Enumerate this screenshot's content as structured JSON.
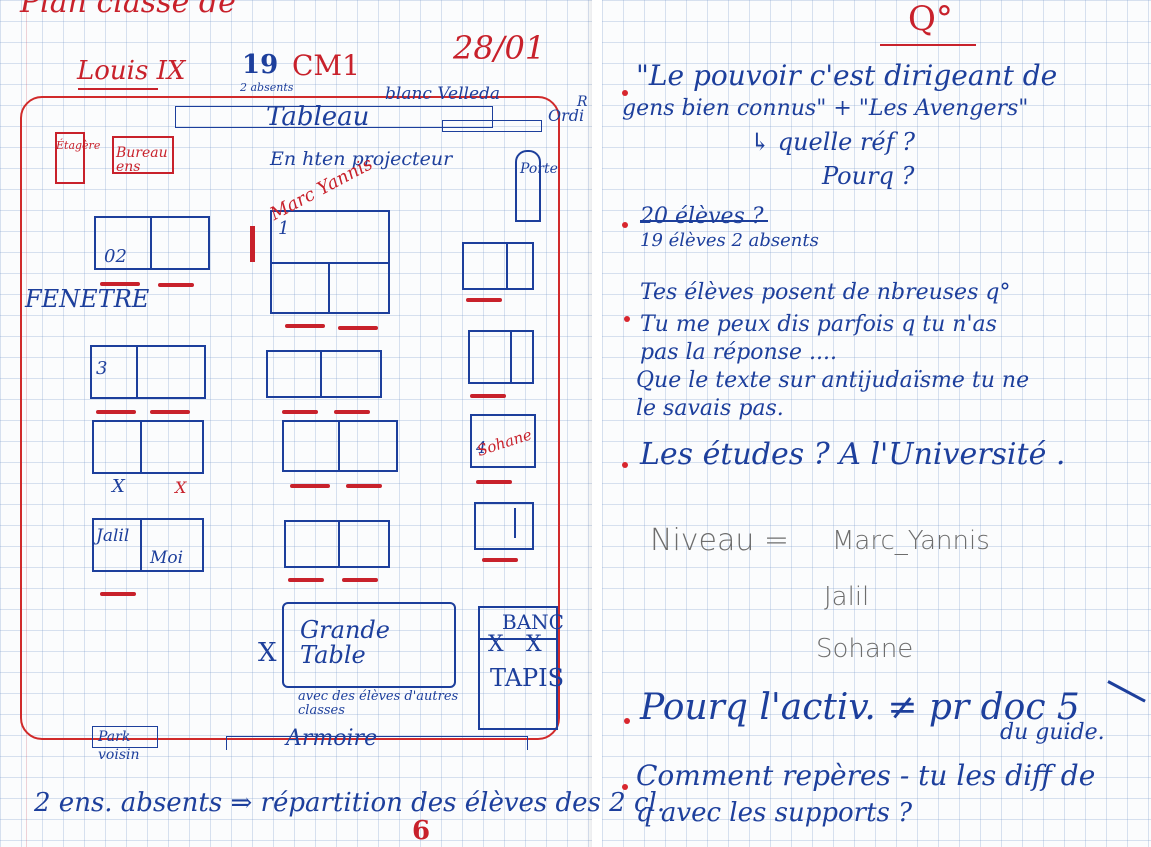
{
  "left_page": {
    "top_partial": "Plan classe de",
    "date": "28/01",
    "school_name": "Louis IX",
    "student_count": "19",
    "class_name": "CM1",
    "absents_note": "2 absents",
    "board_label_blanc": "blanc Velleda",
    "board_label_tableau": "Tableau",
    "board_label_ordi": "Ordi",
    "board_label_r": "R",
    "etagere_label": "Étagère",
    "bureau_label": "Bureau ens",
    "projector_label": "En hten projecteur",
    "porte_label": "Porte",
    "window_label": "FENETRE",
    "desk_02": "02",
    "desk_3": "3",
    "desk_1_star": "1",
    "desk_4_star": "4",
    "student_marc": "Marc Yannis",
    "student_sohane": "Sohane",
    "student_jalil": "Jalil",
    "moi_label": "Moi",
    "x_mark": "X",
    "grande_table_label": "Grande Table",
    "grande_table_note": "avec des élèves d'autres classes",
    "banc_label": "BANC",
    "tapis_label": "TAPIS",
    "parking_label": "Park voisin",
    "armoire_label": "Armoire",
    "bottom_note": "2 ens. absents ⇒ répartition des élèves des 2 cl.",
    "bottom_number": "6"
  },
  "right_page": {
    "heading": "Q°",
    "q1_line1": "\"Le pouvoir c'est dirigeant de",
    "q1_line2": "gens bien connus\" + \"Les Avengers\"",
    "q1_line3": "↳ quelle réf ?",
    "q1_line4": "Pourq ?",
    "q2_struck": "20 élèves ?",
    "q2_corrected": "19 élèves 2 absents",
    "q3_line1": "Tes élèves posent de nbreuses q°",
    "q3_line2": "Tu me peux dis parfois q tu n'as",
    "q3_line3": "pas la réponse ....",
    "q3_line4": "Que le texte sur antijudaïsme tu ne",
    "q3_line5": "le savais pas.",
    "q4": "Les études ? A l'Université .",
    "niveau_label": "Niveau =",
    "niveau_1": "Marc_Yannis",
    "niveau_2": "Jalil",
    "niveau_3": "Sohane",
    "q5_line1": "Pourq l'activ. ≠ pr doc 5",
    "q5_line2": "du guide.",
    "q6_line1": "Comment repères - tu les diff de",
    "q6_line2": "q avec les supports ?"
  },
  "colors": {
    "red_ink": "#c8212b",
    "blue_ink": "#1d3f9c",
    "grid": "#9fb4d8"
  }
}
